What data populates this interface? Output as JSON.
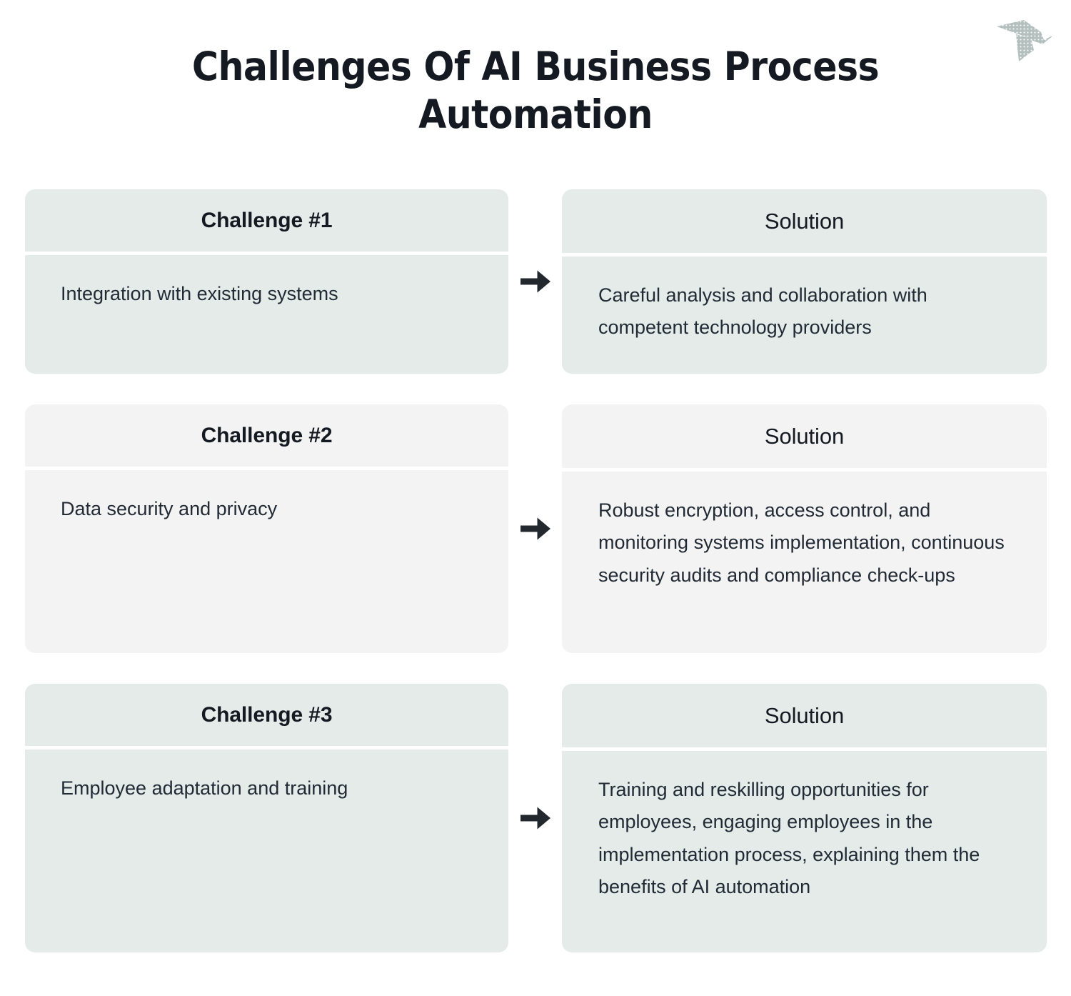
{
  "page": {
    "title": "Challenges Of AI Business Process Automation",
    "background": "#ffffff",
    "text_color": "#1b212b"
  },
  "logo": {
    "name": "origami-bird-logo",
    "color": "#aab8b5"
  },
  "colors": {
    "sage": "#e4ebe9",
    "grey": "#f3f3f3",
    "divider": "#ffffff",
    "arrow": "#23282f",
    "heading": "#141922"
  },
  "arrow": {
    "icon": "arrow-right-icon"
  },
  "rows": [
    {
      "theme": "sage",
      "challenge": {
        "heading": "Challenge #1",
        "body": "Integration with existing systems"
      },
      "solution": {
        "heading": "Solution",
        "body": "Careful analysis and collaboration with competent technology providers"
      }
    },
    {
      "theme": "grey",
      "challenge": {
        "heading": "Challenge #2",
        "body": "Data security and privacy"
      },
      "solution": {
        "heading": "Solution",
        "body": "Robust encryption, access control, and monitoring systems implementation, continuous security audits and compliance check-ups"
      }
    },
    {
      "theme": "sage",
      "challenge": {
        "heading": "Challenge #3",
        "body": "Employee adaptation and training"
      },
      "solution": {
        "heading": "Solution",
        "body": "Training and reskilling opportunities for employees,  engaging employees in the implementation process, explaining them the benefits of AI automation"
      }
    }
  ]
}
